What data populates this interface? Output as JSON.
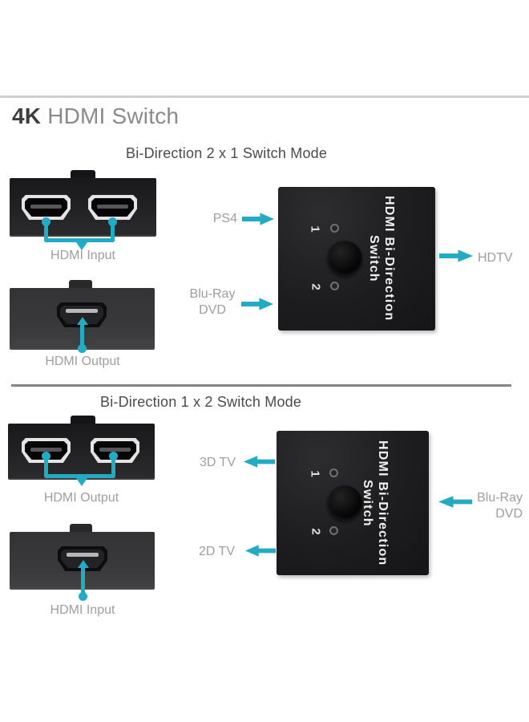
{
  "colors": {
    "accent": "#23abc3",
    "label": "#9e9e9e",
    "heading": "#4b4b4b",
    "title_bold": "#3d3d3d",
    "title_rest": "#8a8a8a",
    "divider_light": "#cfcfcf",
    "divider_dark": "#848484"
  },
  "title": {
    "bold": "4K",
    "rest": "HDMI Switch"
  },
  "diagram1": {
    "heading": "Bi-Direction 2 x 1 Switch Mode",
    "input_device_label": "HDMI Input",
    "output_device_label": "HDMI Output",
    "source1_label": "PS4",
    "source2_line1": "Blu-Ray",
    "source2_line2": "DVD",
    "sink_label": "HDTV",
    "switch_text_line1": "HDMI Bi-Direction",
    "switch_text_line2": "Switch",
    "port1": "1",
    "port2": "2"
  },
  "diagram2": {
    "heading": "Bi-Direction 1 x 2 Switch Mode",
    "output_device_label": "HDMI Output",
    "input_device_label": "HDMI Input",
    "sink1_label": "3D TV",
    "sink2_label": "2D TV",
    "source_line1": "Blu-Ray",
    "source_line2": "DVD",
    "switch_text_line1": "HDMI Bi-Direction",
    "switch_text_line2": "Switch",
    "port1": "1",
    "port2": "2"
  }
}
